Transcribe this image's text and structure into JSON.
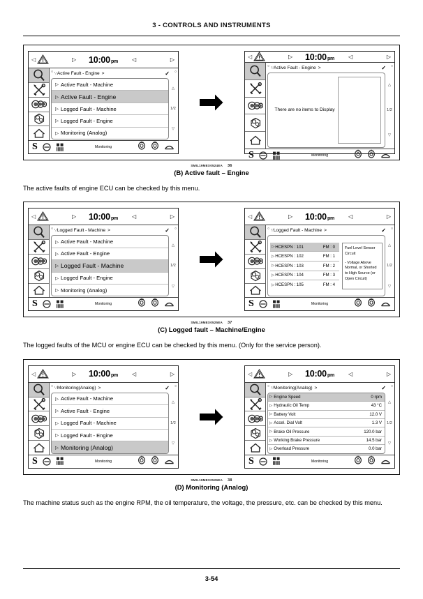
{
  "header": {
    "title": "3 - CONTROLS AND INSTRUMENTS"
  },
  "footer": {
    "page_number": "3-54"
  },
  "common": {
    "clock_time": "10:00",
    "clock_ampm": "pm",
    "arrow_left": "◁",
    "arrow_right": "▷",
    "check_mark": "✓",
    "tri_right": "▷",
    "gutter_up": "△",
    "gutter_frac": "1/2",
    "gutter_down": "▽",
    "circle_mark": "○",
    "bottom_s": "S",
    "bottom_label": "Monitoring",
    "warning-icon": "warning-triangle",
    "search-icon": "magnifier",
    "tools-icon": "crossed-tools",
    "engine-icon": "engine",
    "parts-icon": "gears-box",
    "home-icon": "home"
  },
  "menu_items": [
    "Active Fault - Machine",
    "Active Fault - Engine",
    "Logged Fault - Machine",
    "Logged Fault - Engine",
    "Monitoring (Analog)"
  ],
  "figures": [
    {
      "id": "B",
      "left_breadcrumb": "Active Fault - Engine",
      "left_selected_index": 1,
      "right_breadcrumb": "Active Fault - Engine",
      "right_type": "empty",
      "empty_message": "There are no items to Display",
      "code": "SMIL19MEX0524EA",
      "code_number": "36",
      "caption": "(B) Active fault – Engine",
      "body": "The active faults of engine ECU can be checked by this menu."
    },
    {
      "id": "C",
      "left_breadcrumb": "Logged Fault - Machine",
      "left_selected_index": 2,
      "right_breadcrumb": "Logged Fault - Machine",
      "right_type": "faults",
      "fault_rows": [
        {
          "code": "HCESPN : 101",
          "fm": "FM : 0"
        },
        {
          "code": "HCESPN : 102",
          "fm": "FM : 1"
        },
        {
          "code": "HCESPN : 103",
          "fm": "FM : 2"
        },
        {
          "code": "HCESPN : 104",
          "fm": "FM : 3"
        },
        {
          "code": "HCESPN : 105",
          "fm": "FM : 4"
        }
      ],
      "fault_selected_index": 0,
      "fault_desc_title": "Fuel Level Sensor Circuit",
      "fault_desc_body": "- Voltage Above Normal, or Shorted to High Source (or Open Circuit)",
      "code": "SMIL19MEX0525EA",
      "code_number": "37",
      "caption": "(C) Logged fault – Machine/Engine",
      "body": "The logged faults of the MCU or engine ECU can be checked by this menu.  (Only for the service person)."
    },
    {
      "id": "D",
      "left_breadcrumb": "Monitoring(Analog)",
      "left_selected_index": 4,
      "right_breadcrumb": "Monitoring(Analog)",
      "right_type": "monitoring",
      "monitor_rows": [
        {
          "label": "Engine Speed",
          "value": "0 rpm"
        },
        {
          "label": "Hydraulic Oil Temp",
          "value": "43 °C"
        },
        {
          "label": "Battery Volt",
          "value": "12.0 V"
        },
        {
          "label": "Accel. Dial Volt",
          "value": "1.3 V"
        },
        {
          "label": "Brake Oil Pressure",
          "value": "120.0 bar"
        },
        {
          "label": "Working Brake Pressure",
          "value": "14.5 bar"
        },
        {
          "label": "Overload Pressure",
          "value": "0.0 bar"
        }
      ],
      "monitor_selected_index": 0,
      "code": "SMIL19MEX0526EA",
      "code_number": "38",
      "caption": "(D) Monitoring (Analog)",
      "body": "The machine status such as the engine RPM, the oil temperature, the voltage, the pressure, etc. can be checked by this menu."
    }
  ]
}
